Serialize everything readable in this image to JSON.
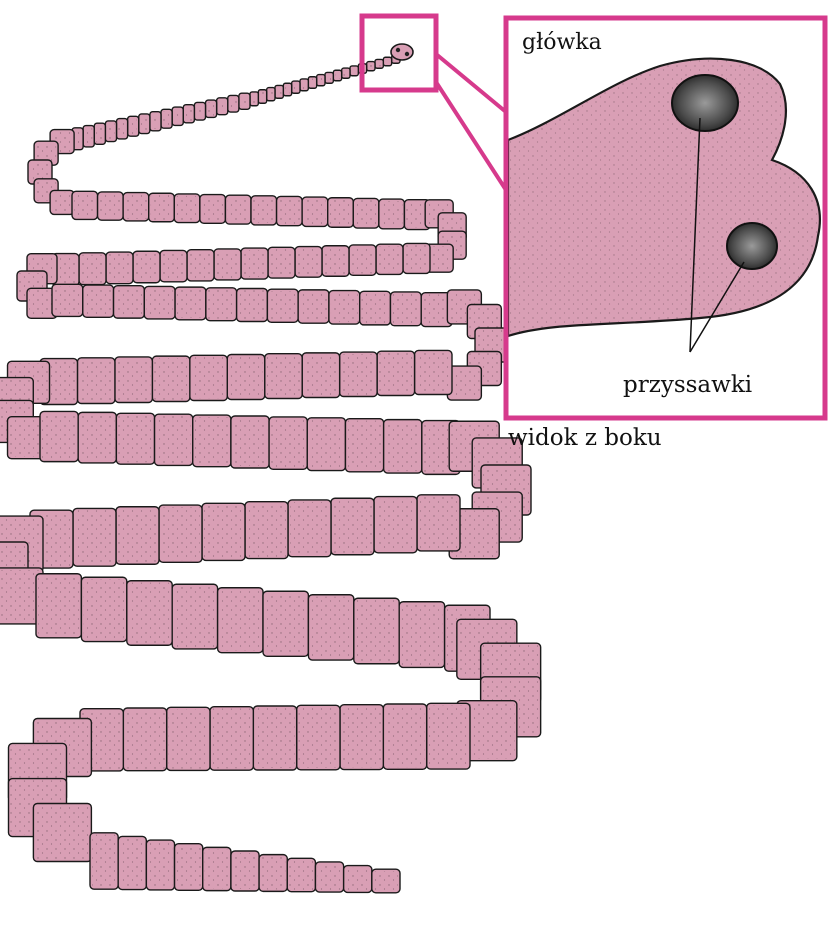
{
  "title": "",
  "labels": {
    "head": "główka",
    "suckers": "przyssawki",
    "side_view": "widok z boku"
  },
  "colors": {
    "body_fill": "#d99fb5",
    "outline": "#1a1a1a",
    "frame": "#d63a8c",
    "sucker_fill": "#4a4a4a",
    "background": "#ffffff"
  }
}
